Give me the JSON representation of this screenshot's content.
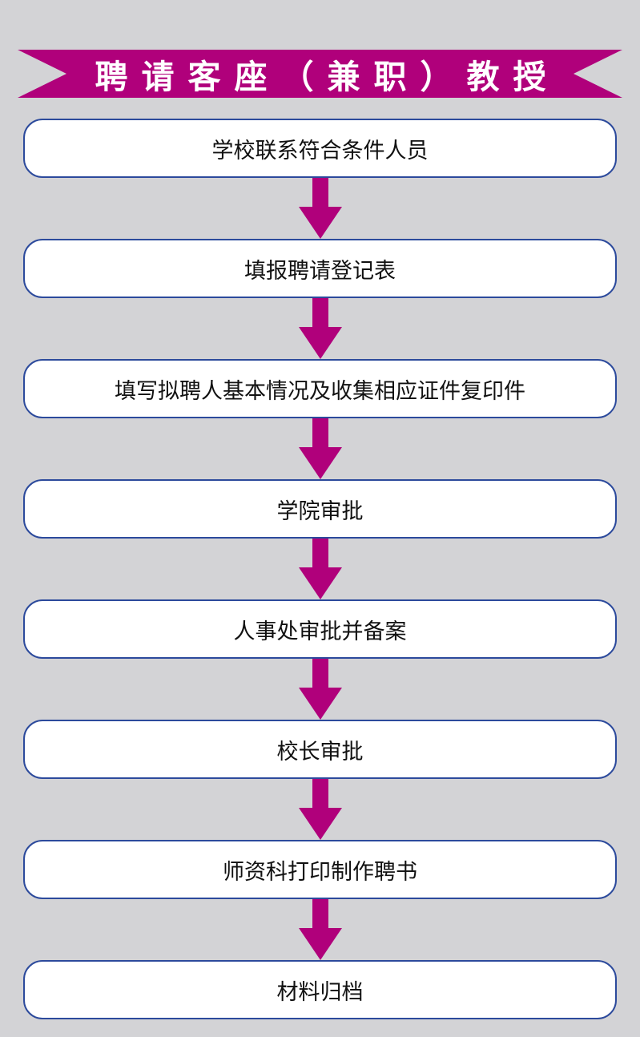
{
  "title": "聘请客座（兼职）教授",
  "colors": {
    "background": "#d3d3d6",
    "accent": "#b0007b",
    "box_border": "#2c4a9c",
    "box_fill": "#ffffff"
  },
  "steps": [
    {
      "label": "学校联系符合条件人员"
    },
    {
      "label": "填报聘请登记表"
    },
    {
      "label": "填写拟聘人基本情况及收集相应证件复印件"
    },
    {
      "label": "学院审批"
    },
    {
      "label": "人事处审批并备案"
    },
    {
      "label": "校长审批"
    },
    {
      "label": "师资科打印制作聘书"
    },
    {
      "label": "材料归档"
    }
  ]
}
